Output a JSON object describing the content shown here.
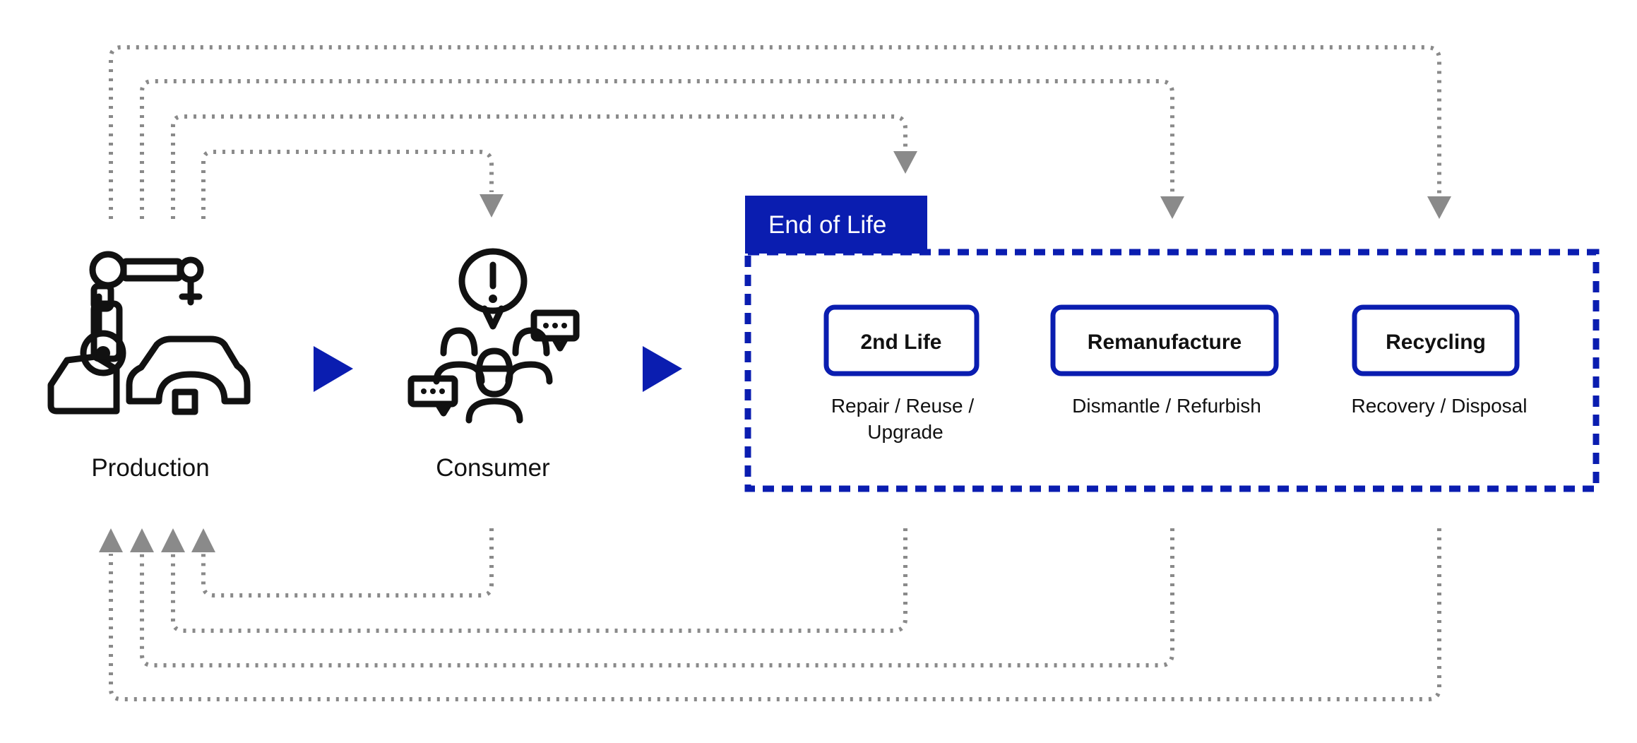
{
  "colors": {
    "accent": "#0a1db0",
    "flow": "#8a8a8a",
    "ink": "#111111"
  },
  "stages": {
    "production": {
      "label": "Production",
      "icon": "robot-arm-car-icon"
    },
    "consumer": {
      "label": "Consumer",
      "icon": "consumers-speech-icon"
    }
  },
  "end_of_life": {
    "title": "End of Life",
    "options": [
      {
        "label": "2nd Life",
        "description": [
          "Repair / Reuse /",
          "Upgrade"
        ]
      },
      {
        "label": "Remanufacture",
        "description": [
          "Dismantle / Refurbish"
        ]
      },
      {
        "label": "Recycling",
        "description": [
          "Recovery / Disposal"
        ]
      }
    ]
  }
}
